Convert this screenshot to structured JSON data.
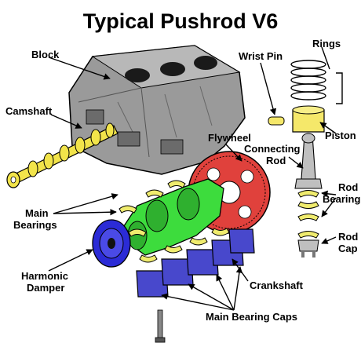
{
  "title": "Typical Pushrod V6",
  "labels": {
    "block": "Block",
    "camshaft": "Camshaft",
    "wrist_pin": "Wrist Pin",
    "rings": "Rings",
    "piston": "Piston",
    "flywheel": "Flywheel",
    "connecting_rod_line1": "Connecting",
    "connecting_rod_line2": "Rod",
    "rod_bearing_line1": "Rod",
    "rod_bearing_line2": "Bearing",
    "rod_cap_line1": "Rod",
    "rod_cap_line2": "Cap",
    "main_bearings_line1": "Main",
    "main_bearings_line2": "Bearings",
    "harmonic_damper_line1": "Harmonic",
    "harmonic_damper_line2": "Damper",
    "crankshaft": "Crankshaft",
    "main_bearing_caps": "Main Bearing Caps"
  },
  "colors": {
    "block": "#9a9a9a",
    "camshaft": "#f2e44a",
    "crankshaft": "#3ddc3d",
    "flywheel": "#e0413c",
    "damper": "#2b2bd6",
    "bearing_caps": "#4848cc",
    "bearings": "#f0ec6e",
    "piston": "#f5e86a"
  }
}
